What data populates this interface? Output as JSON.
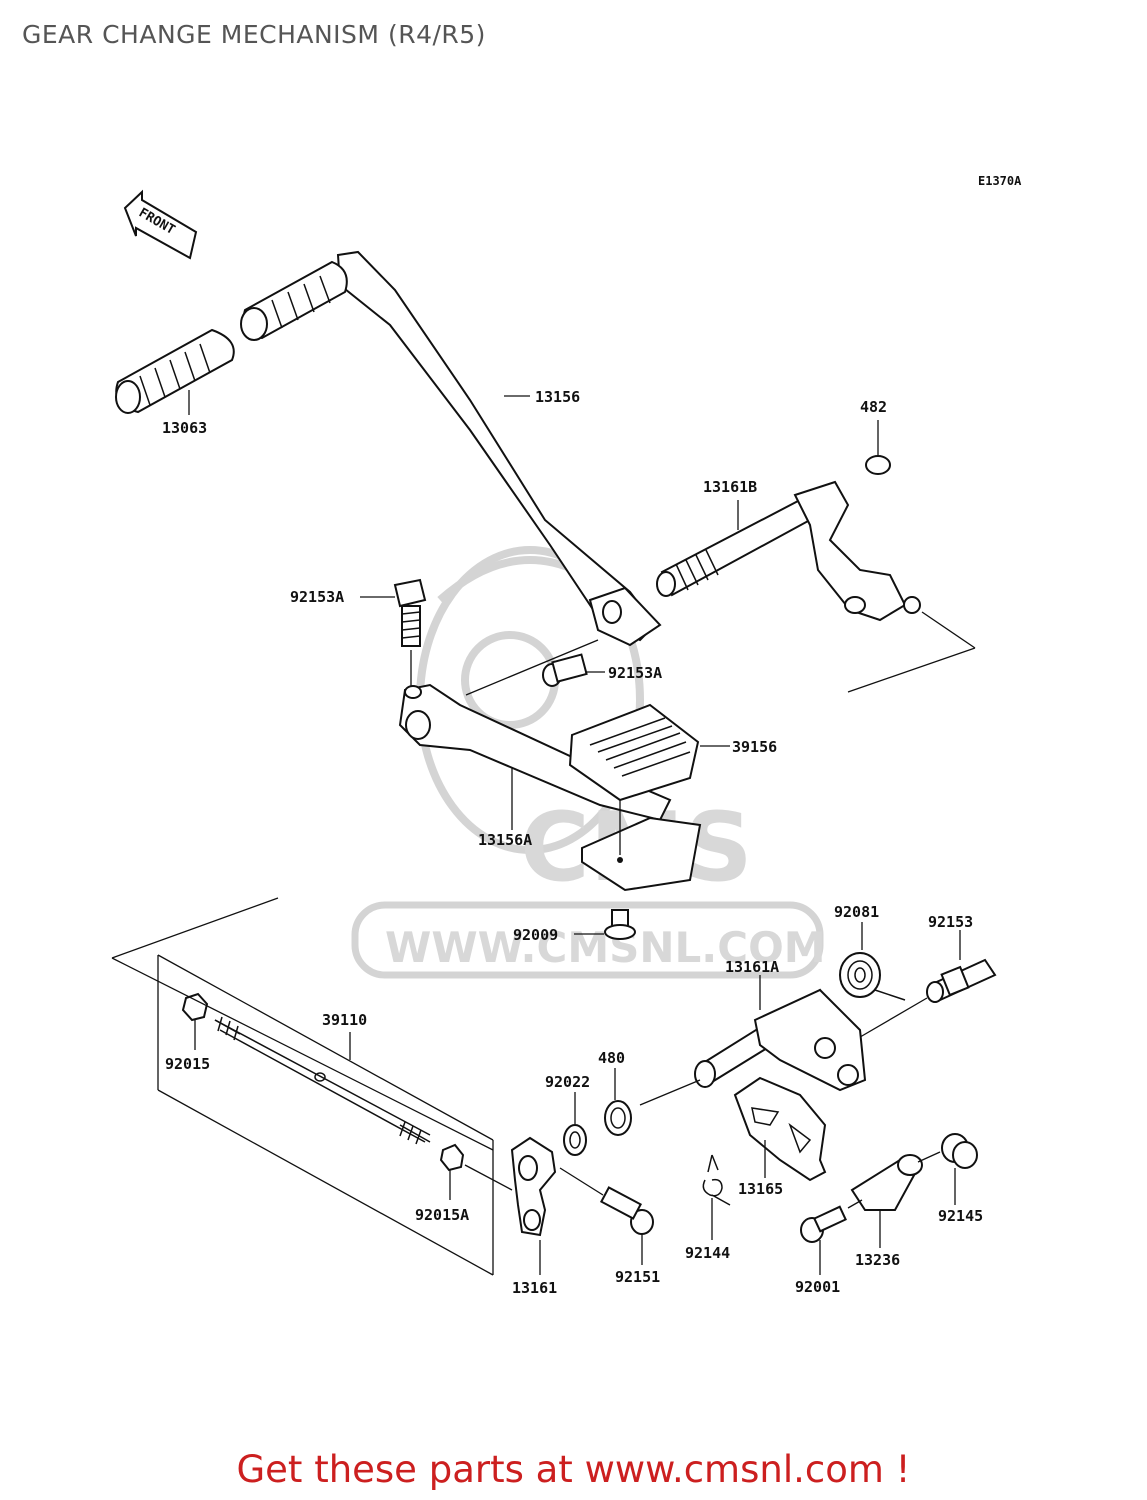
{
  "title": "GEAR CHANGE MECHANISM (R4/R5)",
  "diagram_code": "E1370A",
  "front_label": "FRONT",
  "watermark": {
    "brand": "CMS",
    "url": "WWW.CMSNL.COM"
  },
  "parts": {
    "p13063": "13063",
    "p13156": "13156",
    "p482": "482",
    "p13161B": "13161B",
    "p92153A_top": "92153A",
    "p92153A_mid": "92153A",
    "p39156": "39156",
    "p13156A": "13156A",
    "p92009": "92009",
    "p92081": "92081",
    "p92153": "92153",
    "p13161A": "13161A",
    "p39110": "39110",
    "p92015": "92015",
    "p480": "480",
    "p92022": "92022",
    "p13165": "13165",
    "p92015A": "92015A",
    "p92144": "92144",
    "p92145": "92145",
    "p13236": "13236",
    "p92151": "92151",
    "p92001": "92001",
    "p13161": "13161"
  },
  "promo_text": "Get these parts at www.cmsnl.com !"
}
